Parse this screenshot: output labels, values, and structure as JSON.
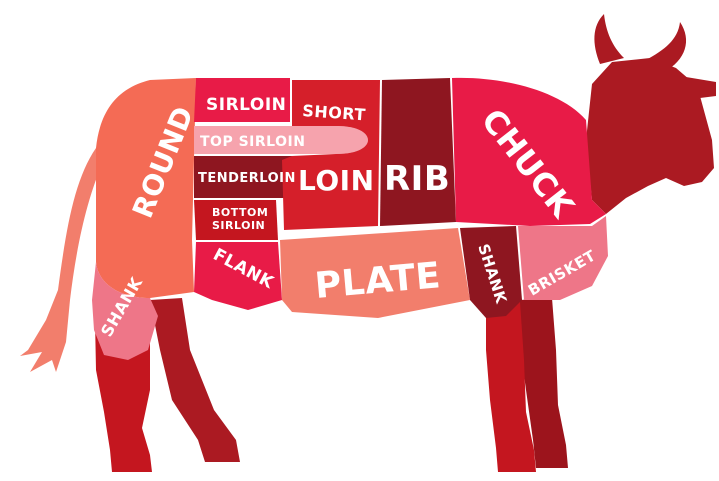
{
  "colors": {
    "background": "#ffffff",
    "body_dark": "#ab1a22",
    "leg_dark": "#9c141c",
    "coral": "#f46b55",
    "salmon": "#f27e6c",
    "pink": "#ee7688",
    "light_pink": "#f6a3ad",
    "magenta": "#e81b47",
    "red": "#d51f2a",
    "crimson": "#c4161f",
    "maroon": "#8e1620",
    "label": "#ffffff"
  },
  "cuts": {
    "round": "ROUND",
    "sirloin": "SIRLOIN",
    "top_sirloin": "TOP SIRLOIN",
    "tenderloin": "TENDERLOIN",
    "bottom_sirloin_line1": "BOTTOM",
    "bottom_sirloin_line2": "SIRLOIN",
    "short_loin_line1": "SHORT",
    "short_loin_line2": "LOIN",
    "rib": "RIB",
    "chuck": "CHUCK",
    "flank": "FLANK",
    "plate": "PLATE",
    "shank_front": "SHANK",
    "brisket": "BRISKET",
    "shank_rear": "SHANK"
  }
}
